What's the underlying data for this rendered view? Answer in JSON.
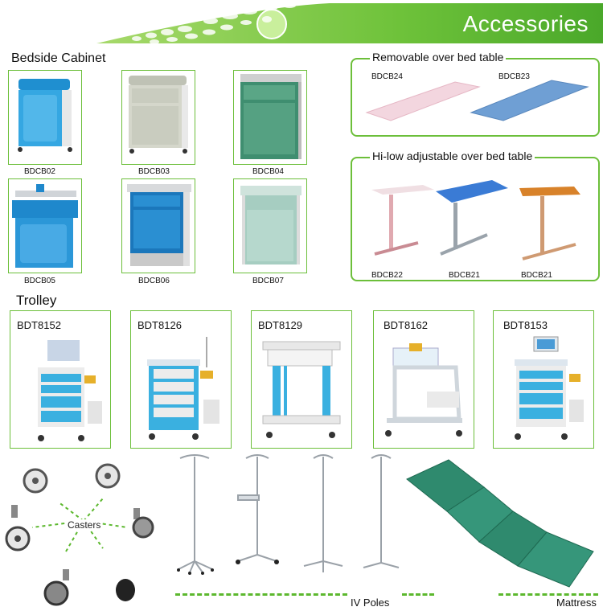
{
  "header": {
    "title": "Accessories"
  },
  "bedside": {
    "title": "Bedside Cabinet",
    "items": [
      {
        "code": "BDCB02",
        "color": "#2ea0d8"
      },
      {
        "code": "BDCB03",
        "color": "#cfd1c4"
      },
      {
        "code": "BDCB04",
        "color": "#4e9a7a"
      },
      {
        "code": "BDCB05",
        "color": "#2e8fd0"
      },
      {
        "code": "BDCB06",
        "color": "#1f7fc0"
      },
      {
        "code": "BDCB07",
        "color": "#a9cfc4"
      }
    ]
  },
  "overbed": {
    "title": "Removable over bed table",
    "items": [
      {
        "code": "BDCB24"
      },
      {
        "code": "BDCB23"
      }
    ]
  },
  "hilow": {
    "title": "Hi-low adjustable over bed table",
    "items": [
      {
        "code": "BDCB22"
      },
      {
        "code": "BDCB21"
      },
      {
        "code": "BDCB21"
      }
    ]
  },
  "trolley": {
    "title": "Trolley",
    "items": [
      {
        "code": "BDT8152"
      },
      {
        "code": "BDT8126"
      },
      {
        "code": "BDT8129"
      },
      {
        "code": "BDT8162"
      },
      {
        "code": "BDT8153"
      }
    ]
  },
  "casters": {
    "label": "Casters"
  },
  "iv_poles": {
    "label": "IV Poles"
  },
  "mattress": {
    "label": "Mattress"
  },
  "colors": {
    "accent_green": "#5cb82e",
    "trolley_blue": "#3ab0e0"
  }
}
